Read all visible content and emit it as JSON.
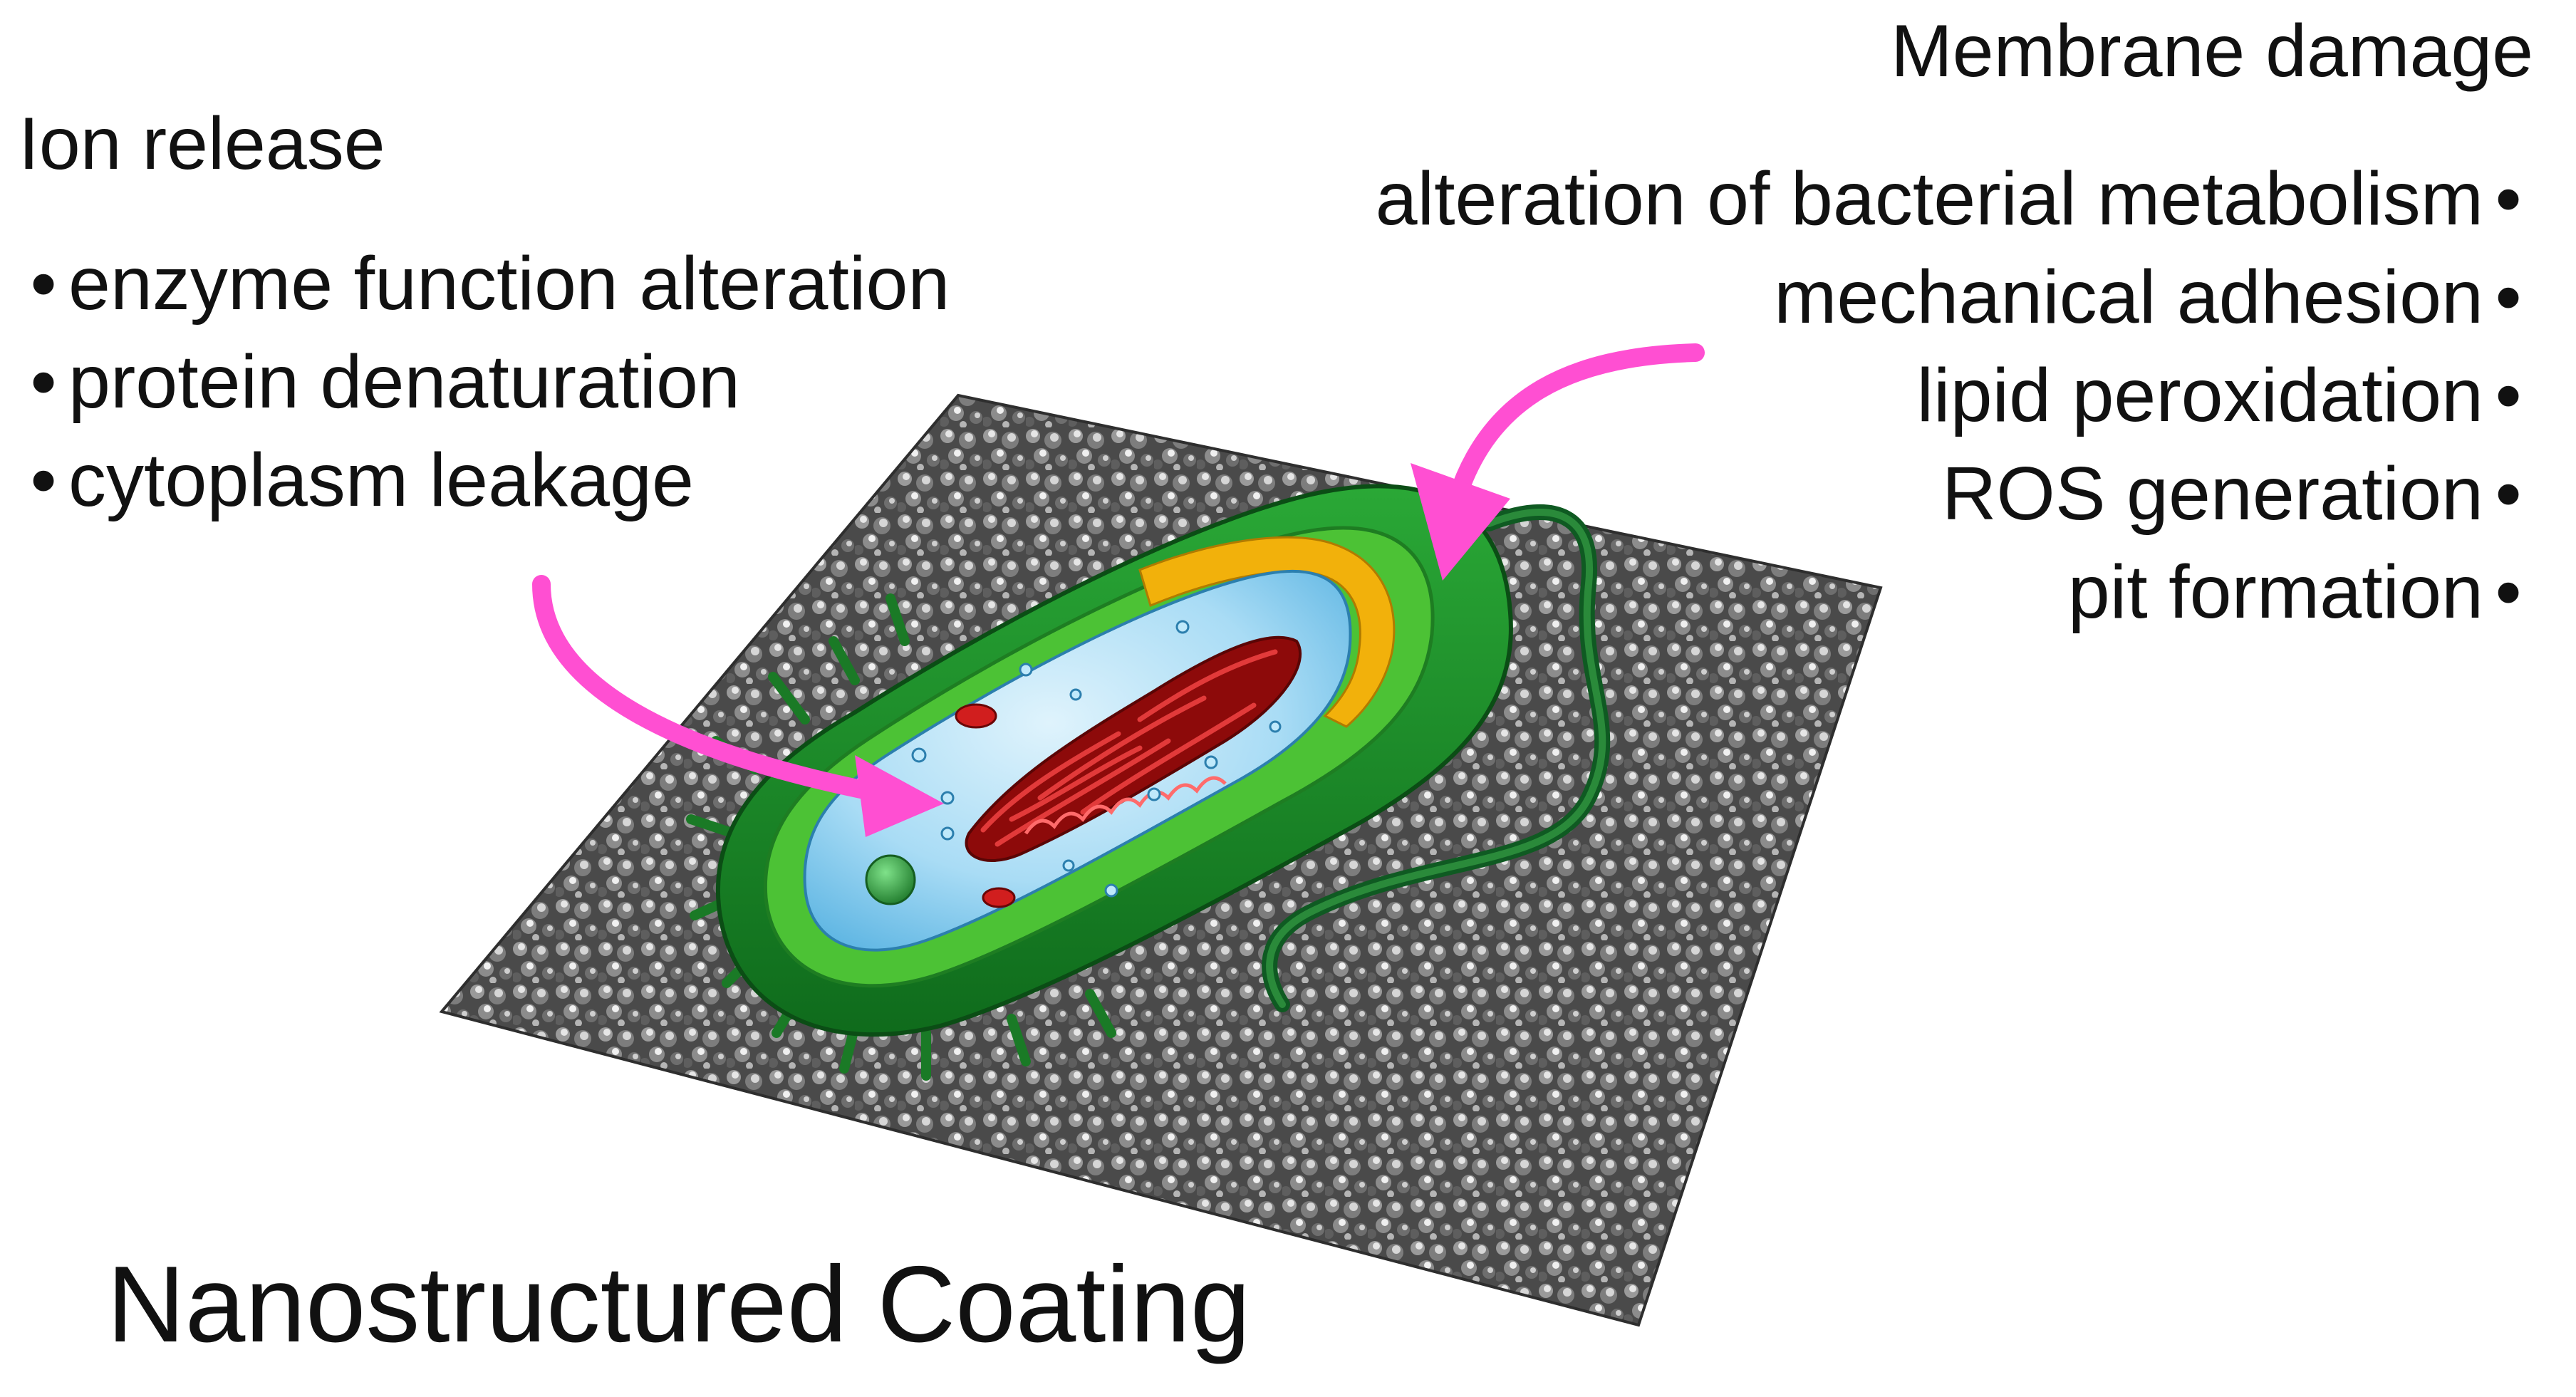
{
  "ion_release": {
    "heading": "Ion release",
    "items": [
      "enzyme function alteration",
      "protein denaturation",
      "cytoplasm leakage"
    ]
  },
  "membrane_damage": {
    "heading": "Membrane damage",
    "items": [
      "alteration of bacterial metabolism",
      "mechanical adhesion",
      "lipid peroxidation",
      "ROS generation",
      "pit formation"
    ]
  },
  "coating_label": "Nanostructured Coating",
  "bullet_glyph": "•",
  "colors": {
    "arrow": "#ff4fd2",
    "outer_wall": "#1f8f2a",
    "inner_wall": "#3fbf2e",
    "yellow_layer": "#f2b10b",
    "cytoplasm": "#a9dcf5",
    "dna": "#c21414",
    "flagellum": "#1a6b2c",
    "surface_dark": "#3a3a3a",
    "surface_light": "#d8d8d8"
  },
  "icons": {
    "bacterium": "bacterium-cutaway-illustration",
    "surface": "nanostructured-surface-texture",
    "arrows": "pink-curved-arrow"
  }
}
